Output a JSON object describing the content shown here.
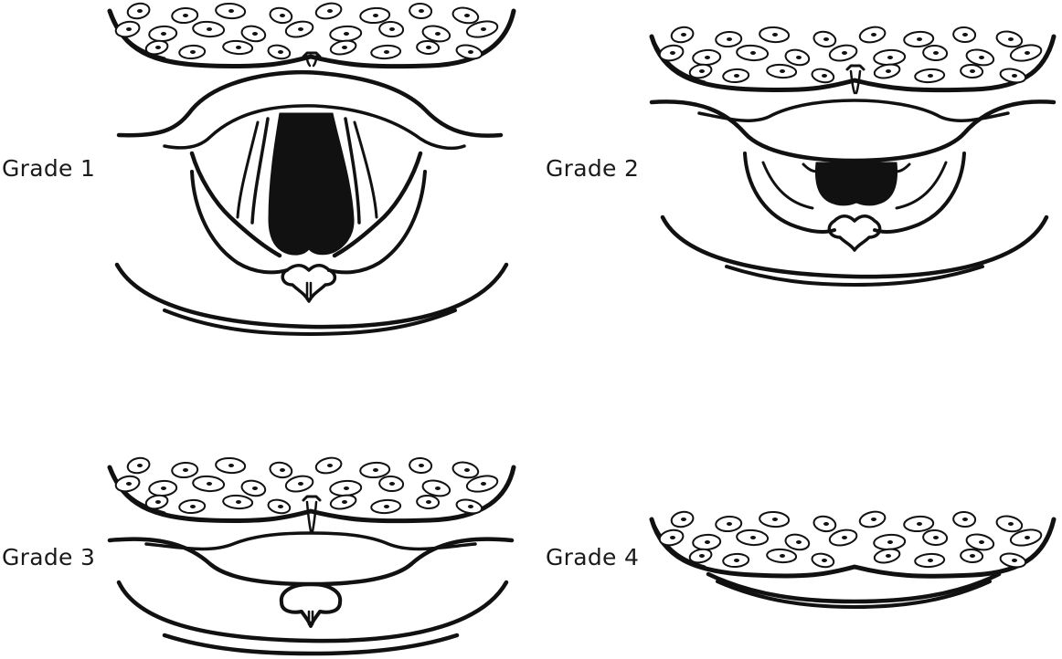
{
  "figure": {
    "panels": [
      {
        "id": "grade-1",
        "label": "Grade 1"
      },
      {
        "id": "grade-2",
        "label": "Grade 2"
      },
      {
        "id": "grade-3",
        "label": "Grade 3"
      },
      {
        "id": "grade-4",
        "label": "Grade 4"
      }
    ]
  },
  "colors": {
    "ink": "#111111",
    "background": "#ffffff"
  }
}
